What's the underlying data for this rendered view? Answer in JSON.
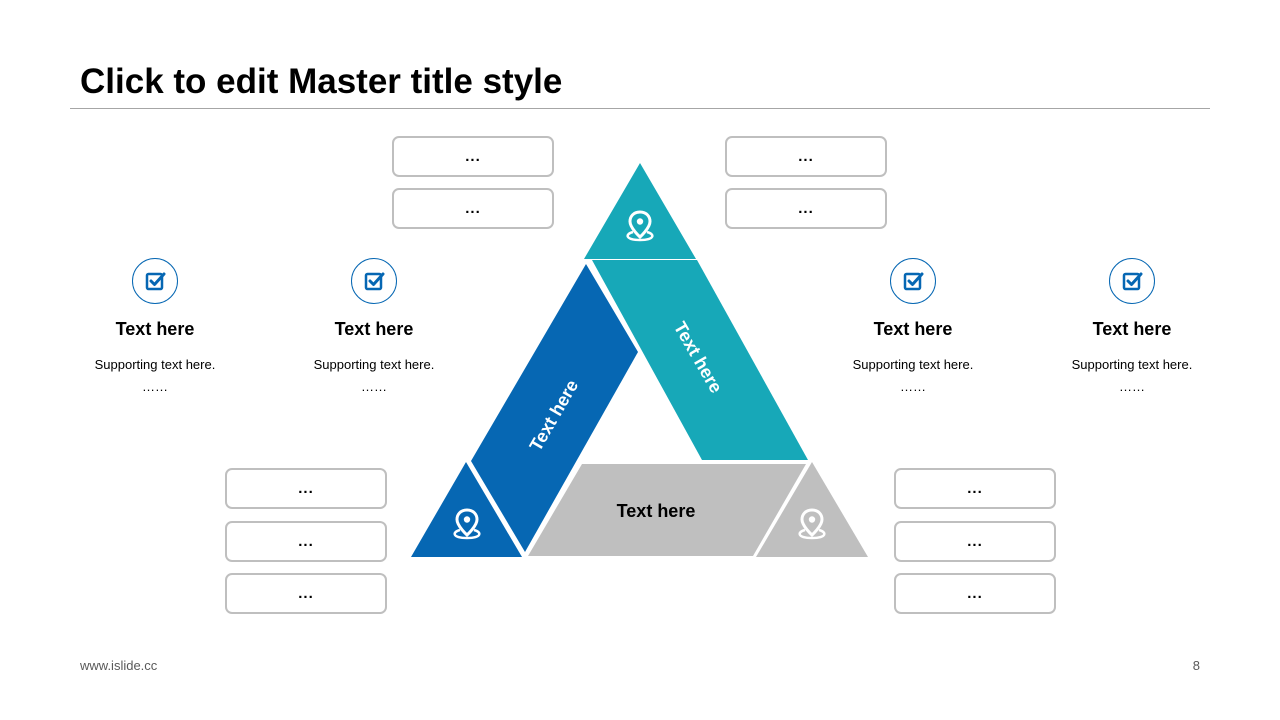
{
  "title": "Click to edit Master title style",
  "colors": {
    "dark_blue": "#0667b3",
    "teal": "#17a8b8",
    "gray": "#bfbfbf",
    "box_border": "#bfbfbf",
    "rule": "#a6a6a6"
  },
  "diagram": {
    "left_band_label": "Text here",
    "right_band_label": "Text here",
    "bottom_band_label": "Text here",
    "corner_icon": "map-pin-icon"
  },
  "boxes": {
    "top_left": [
      "...",
      "..."
    ],
    "top_right": [
      "...",
      "..."
    ],
    "bottom_left": [
      "...",
      "...",
      "..."
    ],
    "bottom_right": [
      "...",
      "...",
      "..."
    ]
  },
  "features": [
    {
      "icon": "checkbox-icon",
      "title": "Text here",
      "support": "Supporting  text here.",
      "dots": "……"
    },
    {
      "icon": "checkbox-icon",
      "title": "Text here",
      "support": "Supporting  text here.",
      "dots": "……"
    },
    {
      "icon": "checkbox-icon",
      "title": "Text here",
      "support": "Supporting  text here.",
      "dots": "……"
    },
    {
      "icon": "checkbox-icon",
      "title": "Text here",
      "support": "Supporting  text here.",
      "dots": "……"
    }
  ],
  "footer": {
    "url": "www.islide.cc",
    "page_number": "8"
  }
}
